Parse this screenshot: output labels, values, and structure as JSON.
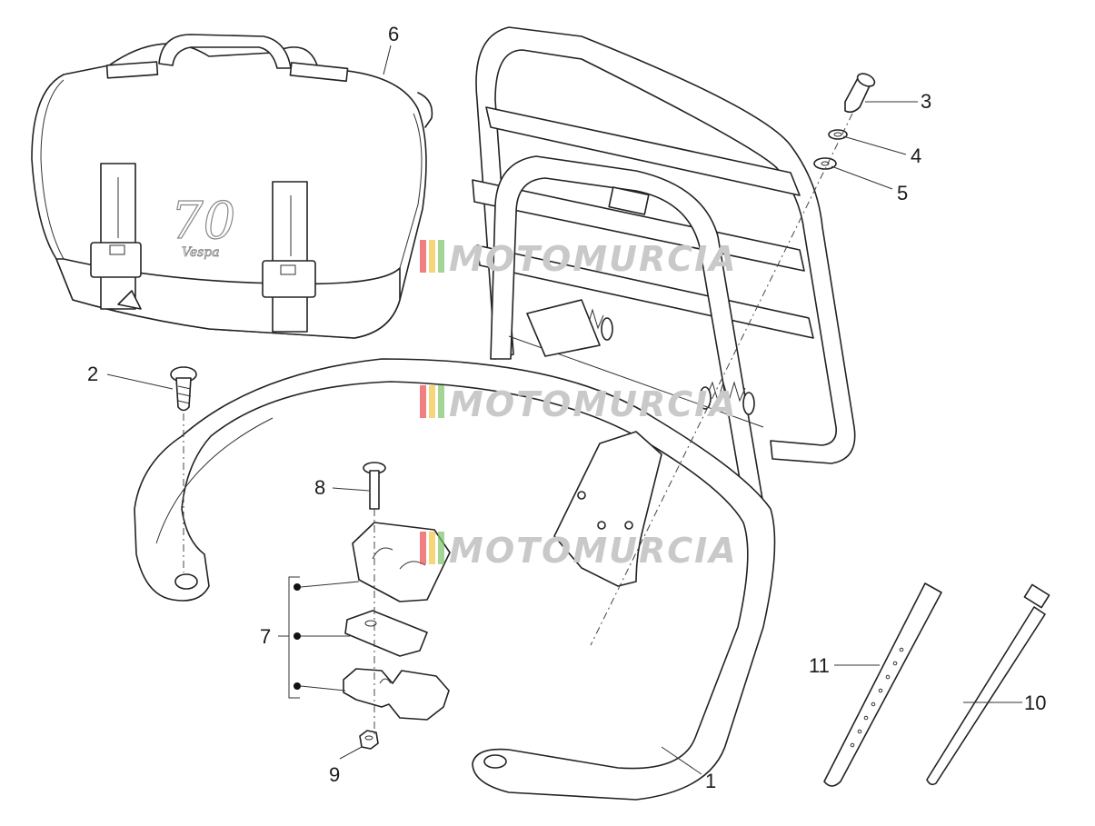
{
  "diagram": {
    "callouts": [
      {
        "id": "1",
        "text": "1"
      },
      {
        "id": "2",
        "text": "2"
      },
      {
        "id": "3",
        "text": "3"
      },
      {
        "id": "4",
        "text": "4"
      },
      {
        "id": "5",
        "text": "5"
      },
      {
        "id": "6",
        "text": "6"
      },
      {
        "id": "7",
        "text": "7"
      },
      {
        "id": "8",
        "text": "8"
      },
      {
        "id": "9",
        "text": "9"
      },
      {
        "id": "10",
        "text": "10"
      },
      {
        "id": "11",
        "text": "11"
      }
    ],
    "watermark": {
      "text": "MOTOMURCIA",
      "stripe_colors": [
        "#e9484d",
        "#f4c542",
        "#7cc36a"
      ]
    },
    "logo_text": "Vespa"
  }
}
